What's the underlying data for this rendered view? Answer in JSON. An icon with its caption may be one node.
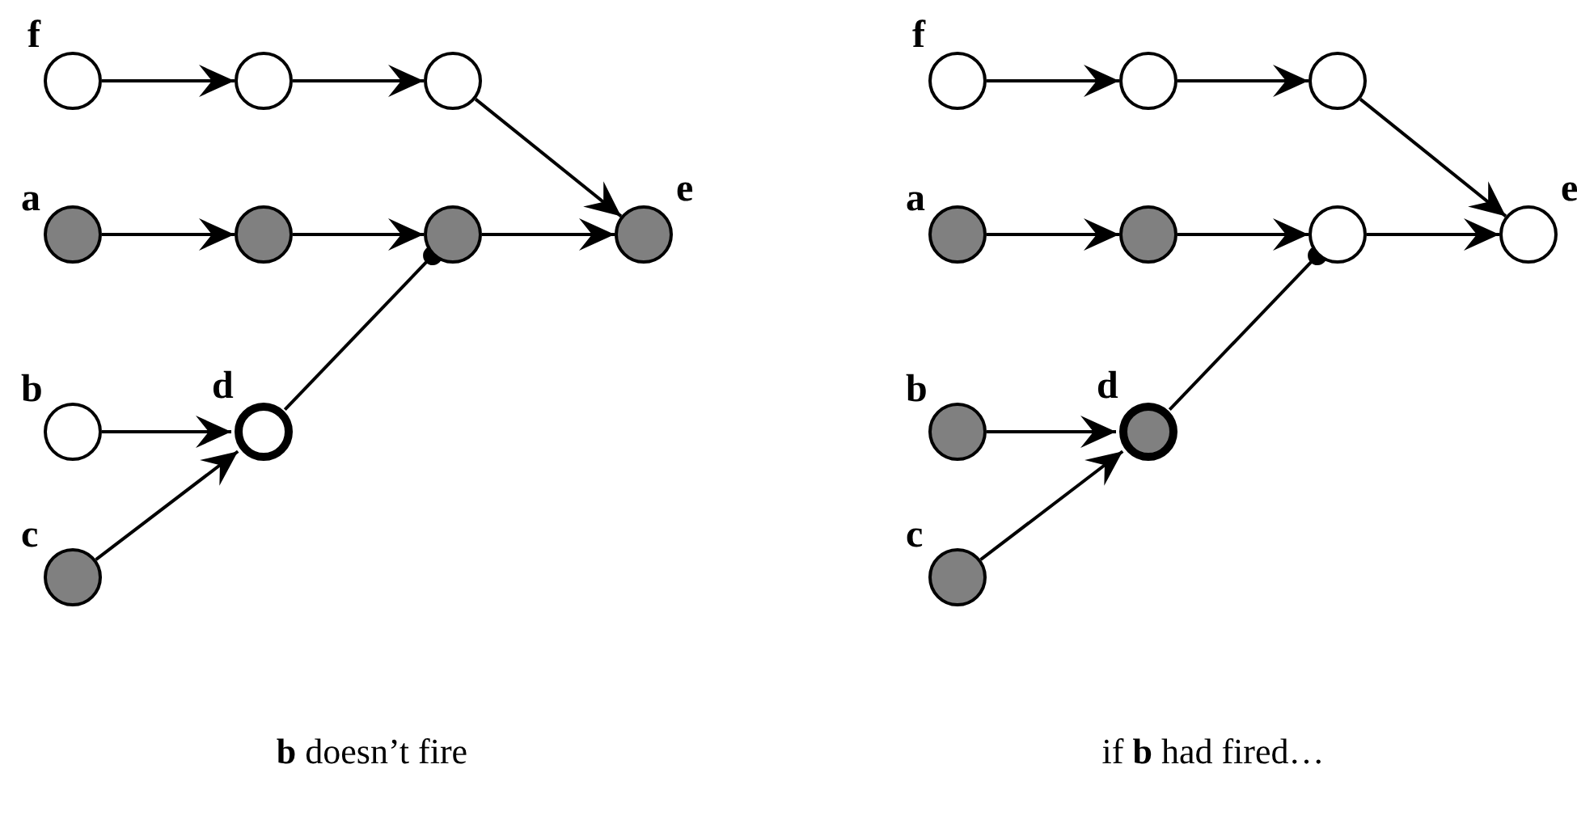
{
  "diagram": {
    "nodes": [
      {
        "text": [],
        "shape": "circle",
        "beside": [
          "f"
        ]
      },
      {
        "text": [],
        "shape": "circle"
      },
      {
        "text": [],
        "shape": "circle"
      },
      {
        "text": [],
        "shape": "circle",
        "beside": [
          "a"
        ]
      },
      {
        "text": [],
        "shape": "circle"
      },
      {
        "text": [],
        "shape": "circle"
      },
      {
        "text": [],
        "shape": "circle",
        "beside": [
          "e"
        ]
      },
      {
        "text": [],
        "shape": "circle",
        "beside": [
          "b"
        ]
      },
      {
        "text": [],
        "shape": "circle",
        "beside": [
          "d"
        ]
      },
      {
        "text": [],
        "shape": "circle",
        "beside": [
          "c"
        ]
      },
      {
        "text": [],
        "shape": "circle",
        "beside": [
          "f"
        ]
      },
      {
        "text": [],
        "shape": "circle"
      },
      {
        "text": [],
        "shape": "circle"
      },
      {
        "text": [],
        "shape": "circle",
        "beside": [
          "a"
        ]
      },
      {
        "text": [],
        "shape": "circle"
      },
      {
        "text": [],
        "shape": "circle"
      },
      {
        "text": [],
        "shape": "circle",
        "beside": [
          "e"
        ]
      },
      {
        "text": [],
        "shape": "circle",
        "beside": [
          "b"
        ]
      },
      {
        "text": [],
        "shape": "circle",
        "beside": [
          "d"
        ]
      },
      {
        "text": [],
        "shape": "circle",
        "beside": [
          "c"
        ]
      }
    ],
    "edges": [
      {
        "from": 0,
        "to": 1,
        "arrow": "to"
      },
      {
        "from": 1,
        "to": 2,
        "arrow": "to"
      },
      {
        "from": 2,
        "to": 6,
        "arrow": "to"
      },
      {
        "from": 3,
        "to": 4,
        "arrow": "to"
      },
      {
        "from": 4,
        "to": 5,
        "arrow": "to"
      },
      {
        "from": 5,
        "to": 6,
        "arrow": "to"
      },
      {
        "from": 7,
        "to": 8,
        "arrow": "to"
      },
      {
        "from": 9,
        "to": 8,
        "arrow": "to"
      },
      {
        "from": 8,
        "to": 5,
        "arrow": "other"
      },
      {
        "from": 10,
        "to": 11,
        "arrow": "to"
      },
      {
        "from": 11,
        "to": 12,
        "arrow": "to"
      },
      {
        "from": 12,
        "to": 16,
        "arrow": "to"
      },
      {
        "from": 13,
        "to": 14,
        "arrow": "to"
      },
      {
        "from": 14,
        "to": 15,
        "arrow": "to"
      },
      {
        "from": 15,
        "to": 16,
        "arrow": "to"
      },
      {
        "from": 17,
        "to": 18,
        "arrow": "to"
      },
      {
        "from": 19,
        "to": 18,
        "arrow": "to"
      },
      {
        "from": 18,
        "to": 15,
        "arrow": "other"
      }
    ],
    "labels": [
      "**b** doesn’t fire",
      "if **b** had fired…"
    ]
  }
}
